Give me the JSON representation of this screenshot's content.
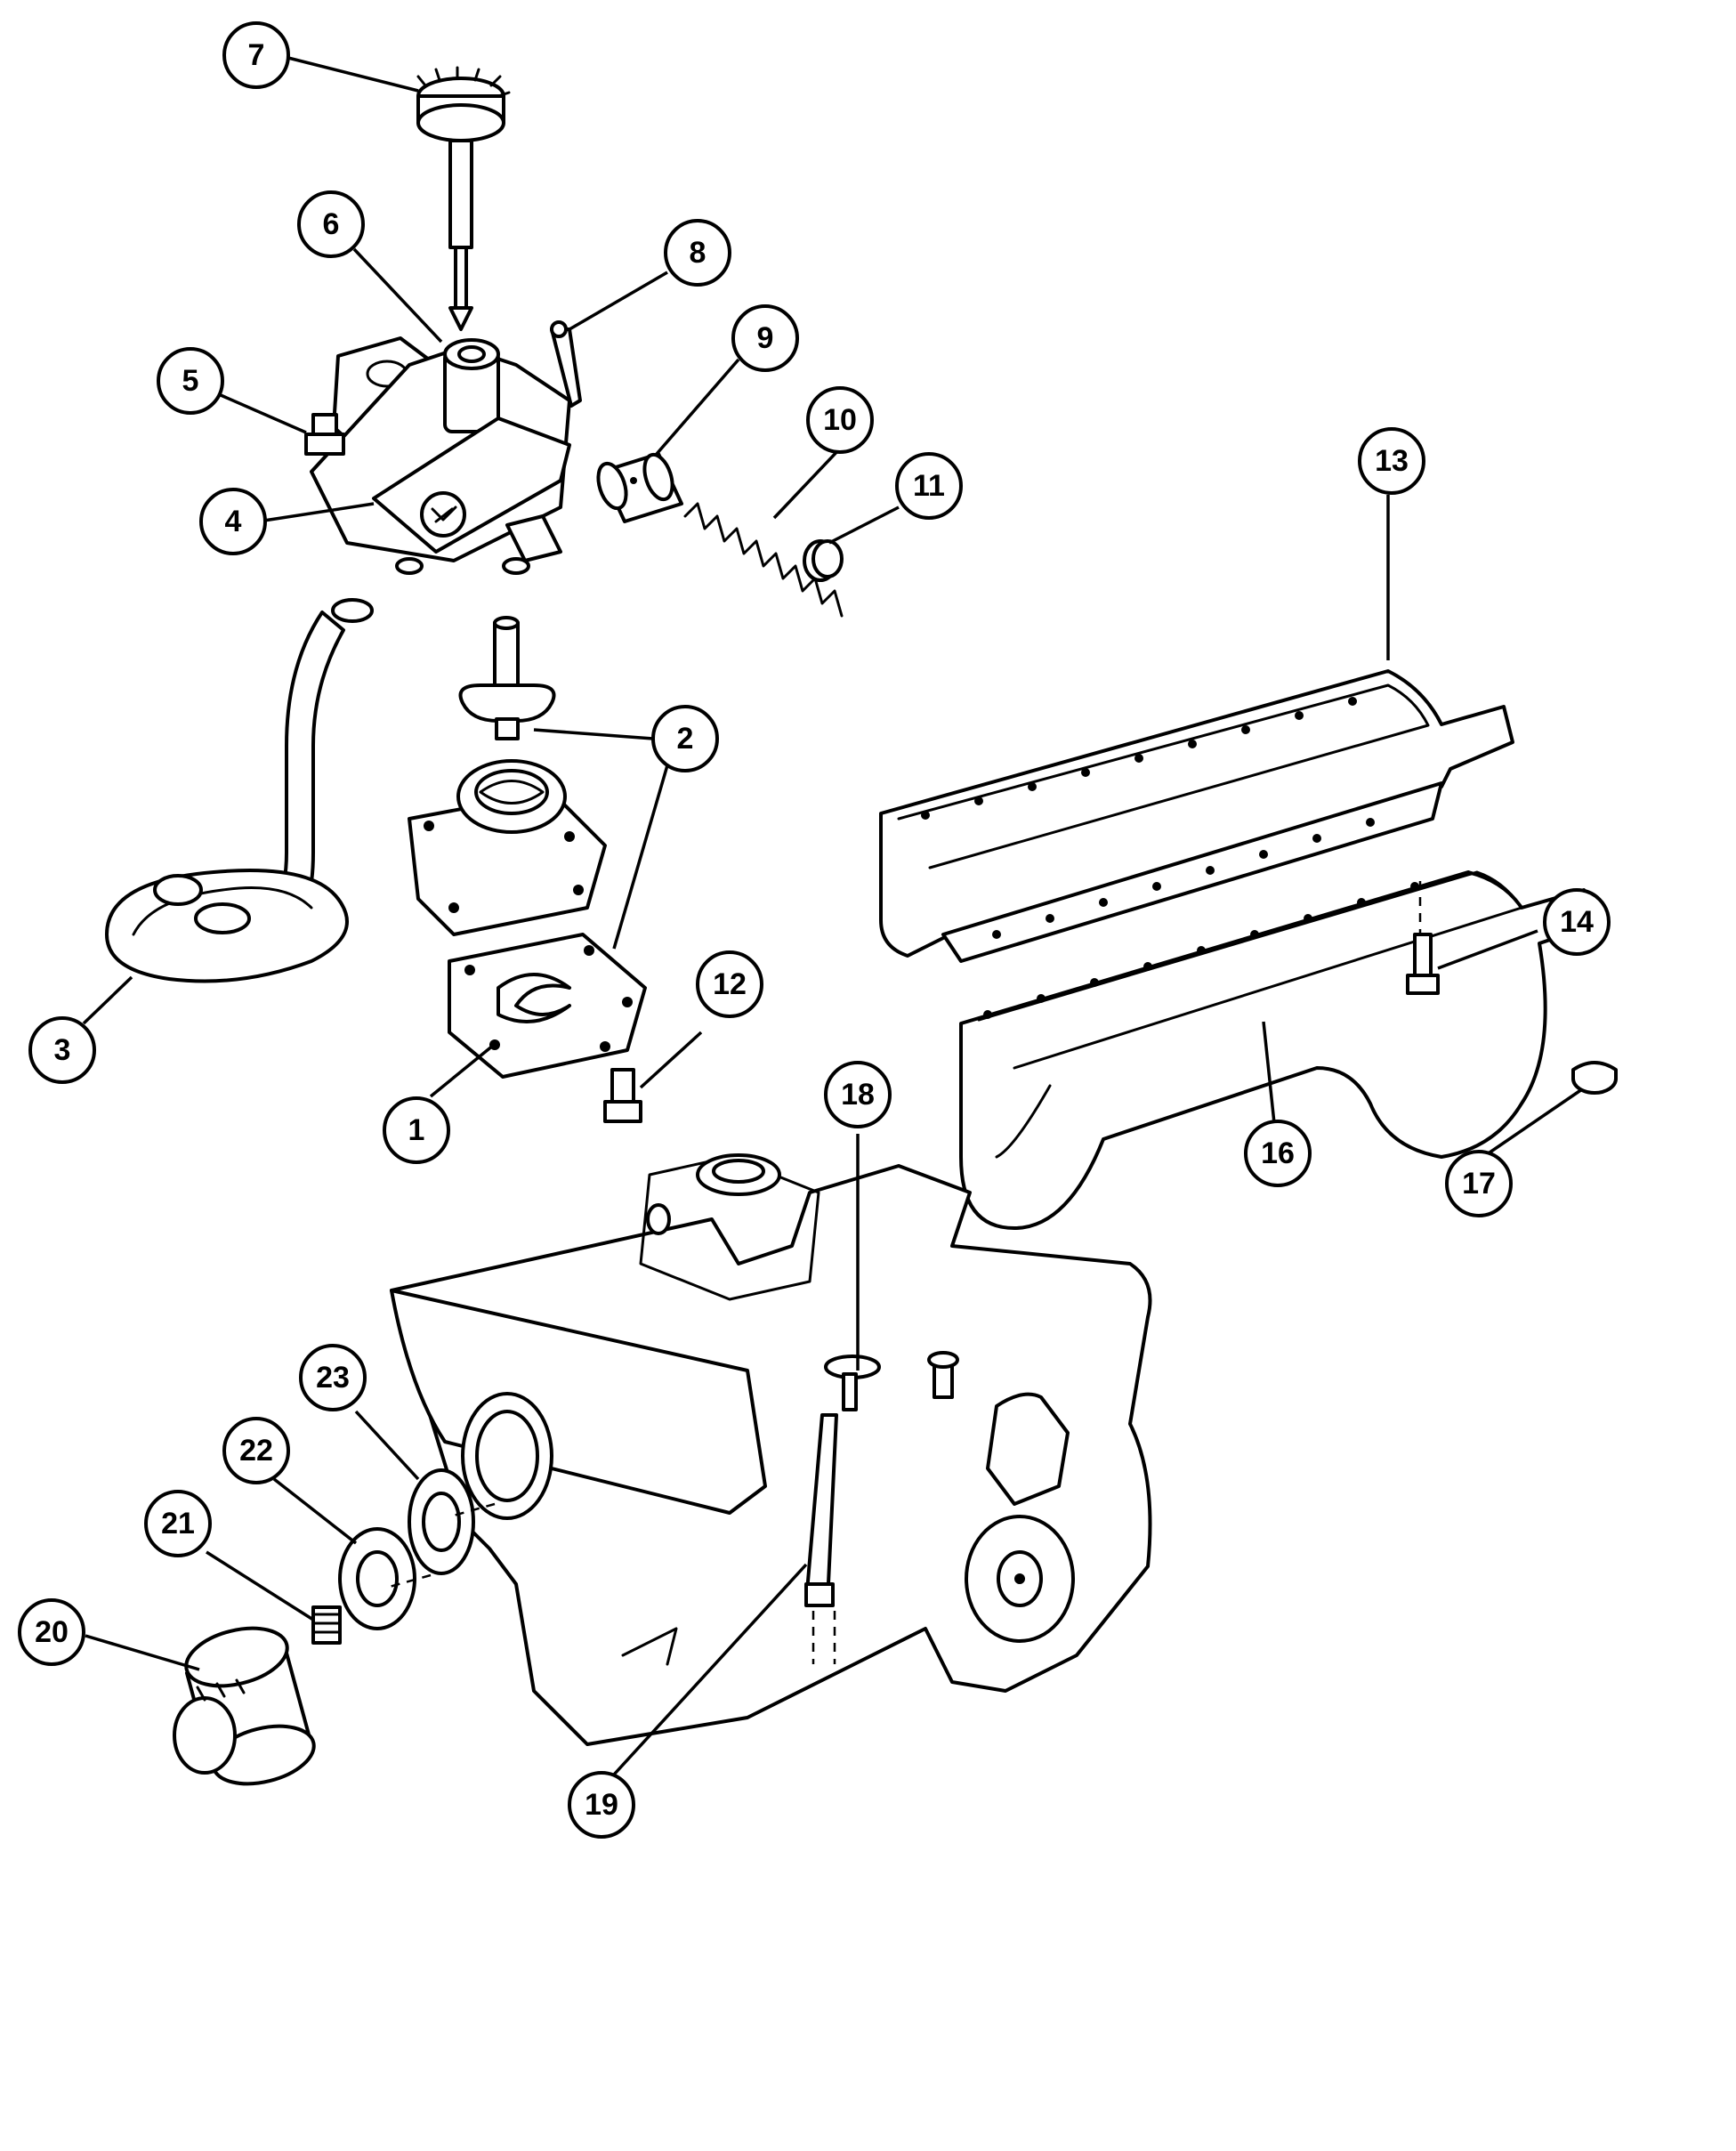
{
  "callouts": {
    "c1": "1",
    "c2": "2",
    "c3": "3",
    "c4": "4",
    "c5": "5",
    "c6": "6",
    "c7": "7",
    "c8": "8",
    "c9": "9",
    "c10": "10",
    "c11": "11",
    "c12": "12",
    "c13": "13",
    "c14": "14",
    "c16": "16",
    "c17": "17",
    "c18": "18",
    "c19": "19",
    "c20": "20",
    "c21": "21",
    "c22": "22",
    "c23": "23"
  },
  "colors": {
    "line": "#000000",
    "background": "#ffffff"
  }
}
